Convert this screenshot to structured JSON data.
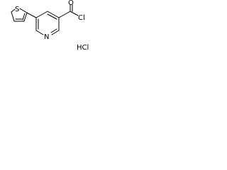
{
  "molecule": {
    "atoms": {
      "thiophene_sulfur": "S",
      "pyridine_nitrogen": "N",
      "acyl_oxygen": "O",
      "acyl_chlorine": "Cl"
    },
    "salt": "HCl"
  }
}
